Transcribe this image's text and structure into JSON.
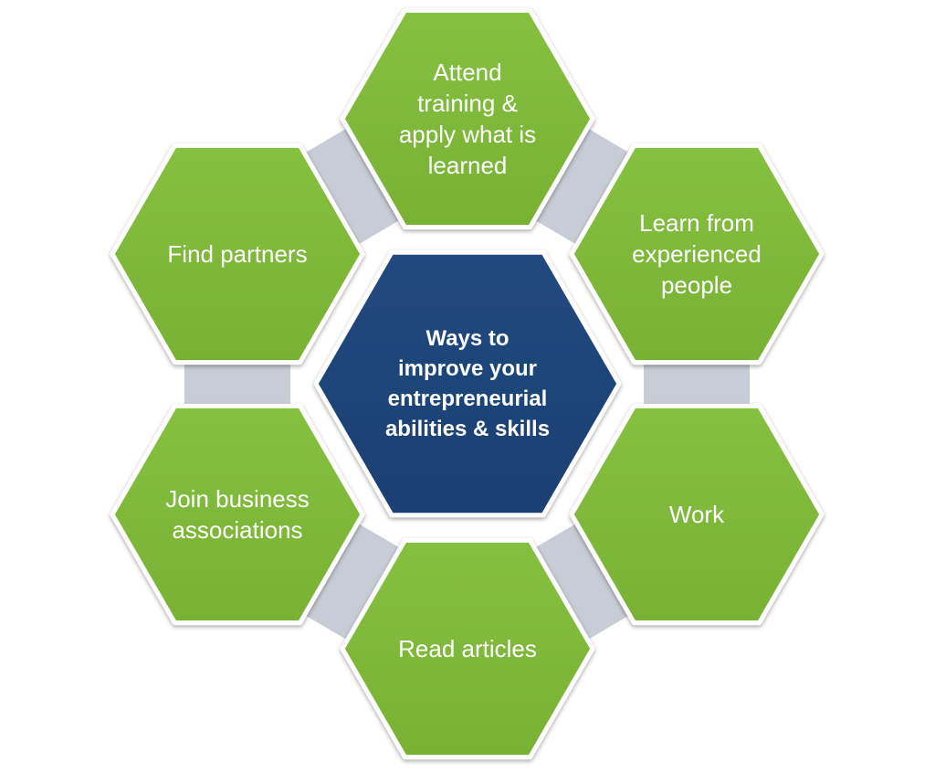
{
  "diagram": {
    "center": {
      "lines": [
        "Ways to",
        "improve your",
        "entrepreneurial",
        "abilities & skills"
      ]
    },
    "items": [
      {
        "id": "attend-training",
        "lines": [
          "Attend",
          "training &",
          "apply what is",
          "learned"
        ]
      },
      {
        "id": "learn-from-experienced",
        "lines": [
          "Learn from",
          "experienced",
          "people"
        ]
      },
      {
        "id": "work",
        "lines": [
          "Work"
        ]
      },
      {
        "id": "read-articles",
        "lines": [
          "Read articles"
        ]
      },
      {
        "id": "join-associations",
        "lines": [
          "Join business",
          "associations"
        ]
      },
      {
        "id": "find-partners",
        "lines": [
          "Find partners"
        ]
      }
    ],
    "colors": {
      "item_fill": "#80bb3c",
      "item_fill_dark": "#6ea52f",
      "item_stroke": "#ffffff",
      "center_fill": "#1f4579",
      "center_fill_dark": "#183a68",
      "connector": "#c8ccd6",
      "text": "#ffffff"
    }
  }
}
